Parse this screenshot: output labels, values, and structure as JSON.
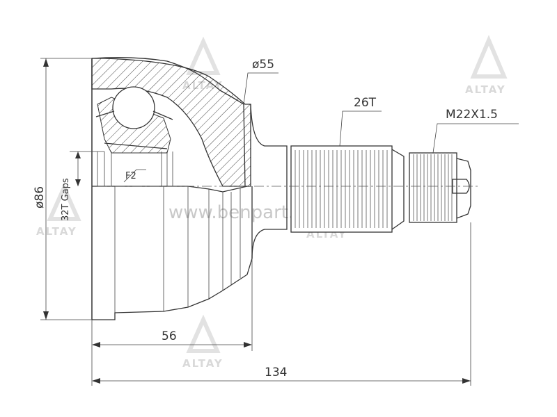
{
  "dimensions": {
    "outer_diameter": "ø86",
    "gaps": "32T  Gaps",
    "bell_diameter": "ø55",
    "spline": "26T",
    "thread": "M22X1.5",
    "depth": "56",
    "overall_length": "134",
    "feature": "F2"
  },
  "watermarks": {
    "brand": "ALTAY",
    "url": "www.benpart.com"
  },
  "colors": {
    "line": "#333333",
    "watermark": "#d9d9d9"
  }
}
